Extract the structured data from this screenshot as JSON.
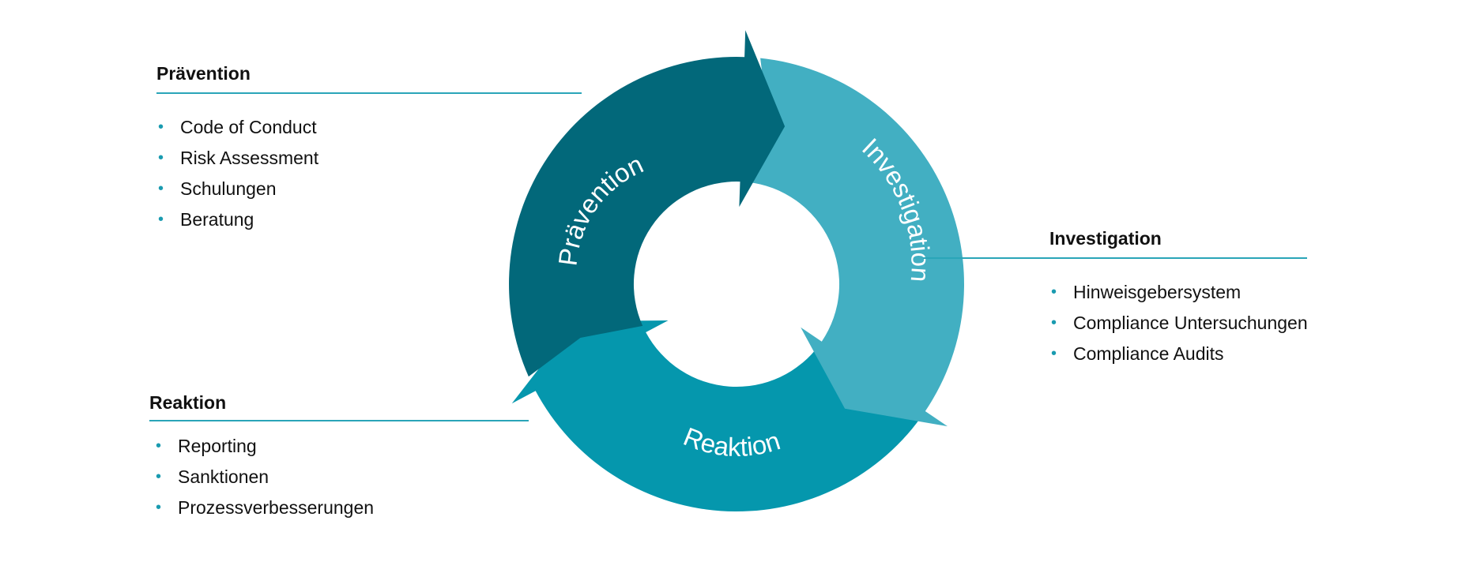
{
  "colors": {
    "praevention": "#02687a",
    "investigation": "#42afc2",
    "reaktion": "#0597ad",
    "rule": "#2aa5b8",
    "bullet": "#1a9bb0"
  },
  "cycle": {
    "segments": [
      {
        "id": "praevention",
        "label": "Prävention"
      },
      {
        "id": "investigation",
        "label": "Investigation"
      },
      {
        "id": "reaktion",
        "label": "Reaktion"
      }
    ]
  },
  "panels": {
    "praevention": {
      "title": "Prävention",
      "items": [
        "Code of Conduct",
        "Risk Assessment",
        "Schulungen",
        "Beratung"
      ]
    },
    "investigation": {
      "title": "Investigation",
      "items": [
        "Hinweisgebersystem",
        "Compliance Untersuchungen",
        "Compliance Audits"
      ]
    },
    "reaktion": {
      "title": "Reaktion",
      "items": [
        "Reporting",
        "Sanktionen",
        "Prozessverbesserungen"
      ]
    }
  },
  "bullet_char": "•"
}
